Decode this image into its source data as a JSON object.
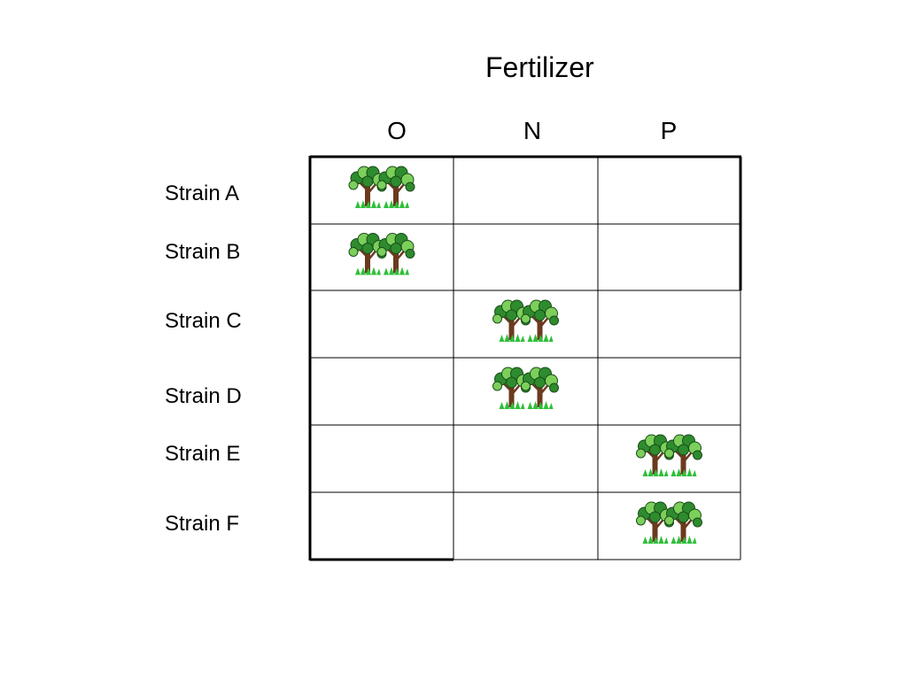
{
  "title": "Fertilizer",
  "columns": [
    "O",
    "N",
    "P"
  ],
  "rows": [
    "Strain A",
    "Strain B",
    "Strain C",
    "Strain D",
    "Strain E",
    "Strain F"
  ],
  "placements": [
    {
      "row": "Strain A",
      "column": "O",
      "icon": "tree-pair-icon"
    },
    {
      "row": "Strain B",
      "column": "O",
      "icon": "tree-pair-icon"
    },
    {
      "row": "Strain C",
      "column": "N",
      "icon": "tree-pair-icon"
    },
    {
      "row": "Strain D",
      "column": "N",
      "icon": "tree-pair-icon"
    },
    {
      "row": "Strain E",
      "column": "P",
      "icon": "tree-pair-icon"
    },
    {
      "row": "Strain F",
      "column": "P",
      "icon": "tree-pair-icon"
    }
  ],
  "colors": {
    "foliage": "#2e8b2e",
    "foliage_light": "#7ccf5a",
    "trunk": "#6b3a1e",
    "grass": "#2fbf3a",
    "line": "#000000"
  }
}
